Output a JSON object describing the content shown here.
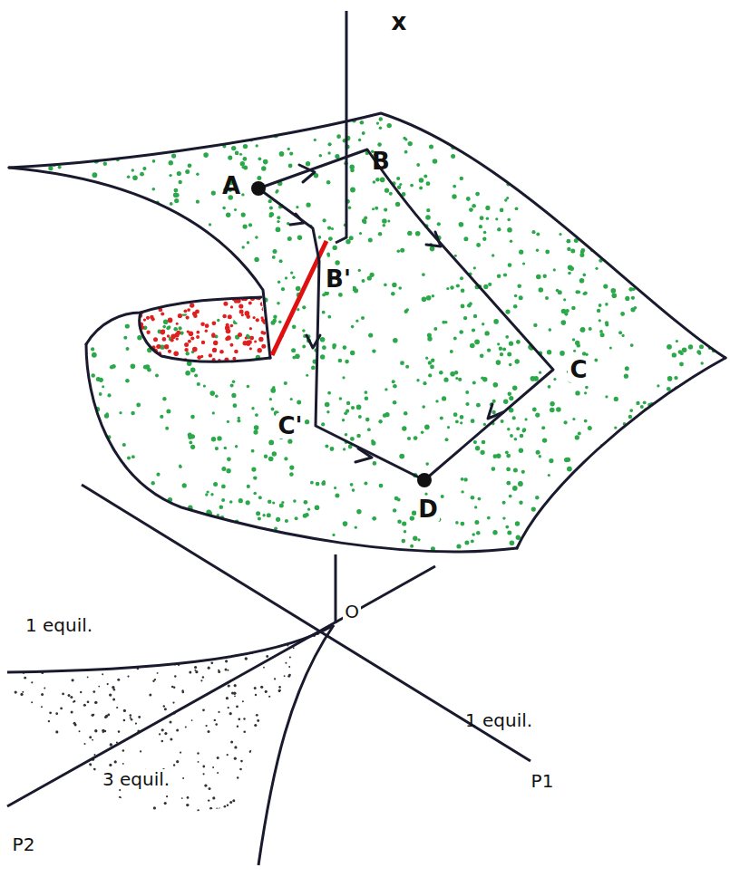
{
  "diagram": {
    "labels": [
      "x",
      "A",
      "B",
      "B'",
      "C",
      "C'",
      "D",
      "O",
      "1 equil.",
      "3 equil.",
      "1 equil.",
      "P1",
      "P2"
    ]
  }
}
